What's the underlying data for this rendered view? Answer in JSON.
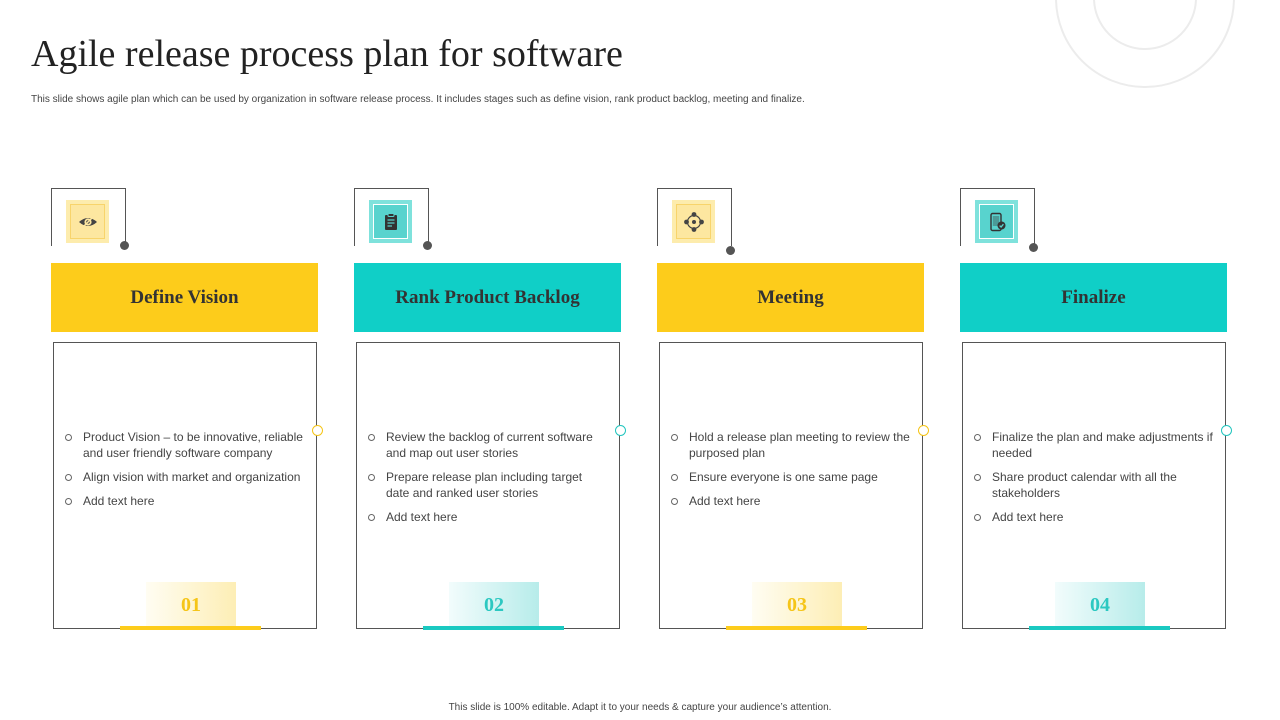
{
  "title": "Agile release process plan for software",
  "subtitle": "This slide shows agile plan which can be used by organization in software release process. It includes stages such as define vision, rank product backlog, meeting and finalize.",
  "footer": "This slide is 100% editable.  Adapt it to your needs & capture your audience’s attention.",
  "colors": {
    "yellow": "#FDCC1B",
    "teal": "#10CFC7",
    "text": "#333333",
    "line": "#555555"
  },
  "stages": [
    {
      "title": "Define Vision",
      "icon": "eye-icon",
      "number": "01",
      "color": "yellow",
      "bullets": [
        "Product Vision – to be innovative, reliable and user friendly software company",
        "Align vision with market and organization",
        "Add text here"
      ]
    },
    {
      "title": "Rank Product Backlog",
      "icon": "clipboard-icon",
      "number": "02",
      "color": "teal",
      "bullets": [
        "Review the backlog of current software and map out user stories",
        "Prepare release plan including target date and ranked user stories",
        "Add text here"
      ]
    },
    {
      "title": "Meeting",
      "icon": "team-network-icon",
      "number": "03",
      "color": "yellow",
      "bullets": [
        "Hold a release plan meeting to review the purposed plan",
        "Ensure everyone  is one same page",
        "Add text here"
      ]
    },
    {
      "title": "Finalize",
      "icon": "mobile-check-icon",
      "number": "04",
      "color": "teal",
      "bullets": [
        "Finalize the plan and make adjustments if needed",
        "Share product calendar with all the stakeholders",
        "Add text here"
      ]
    }
  ]
}
